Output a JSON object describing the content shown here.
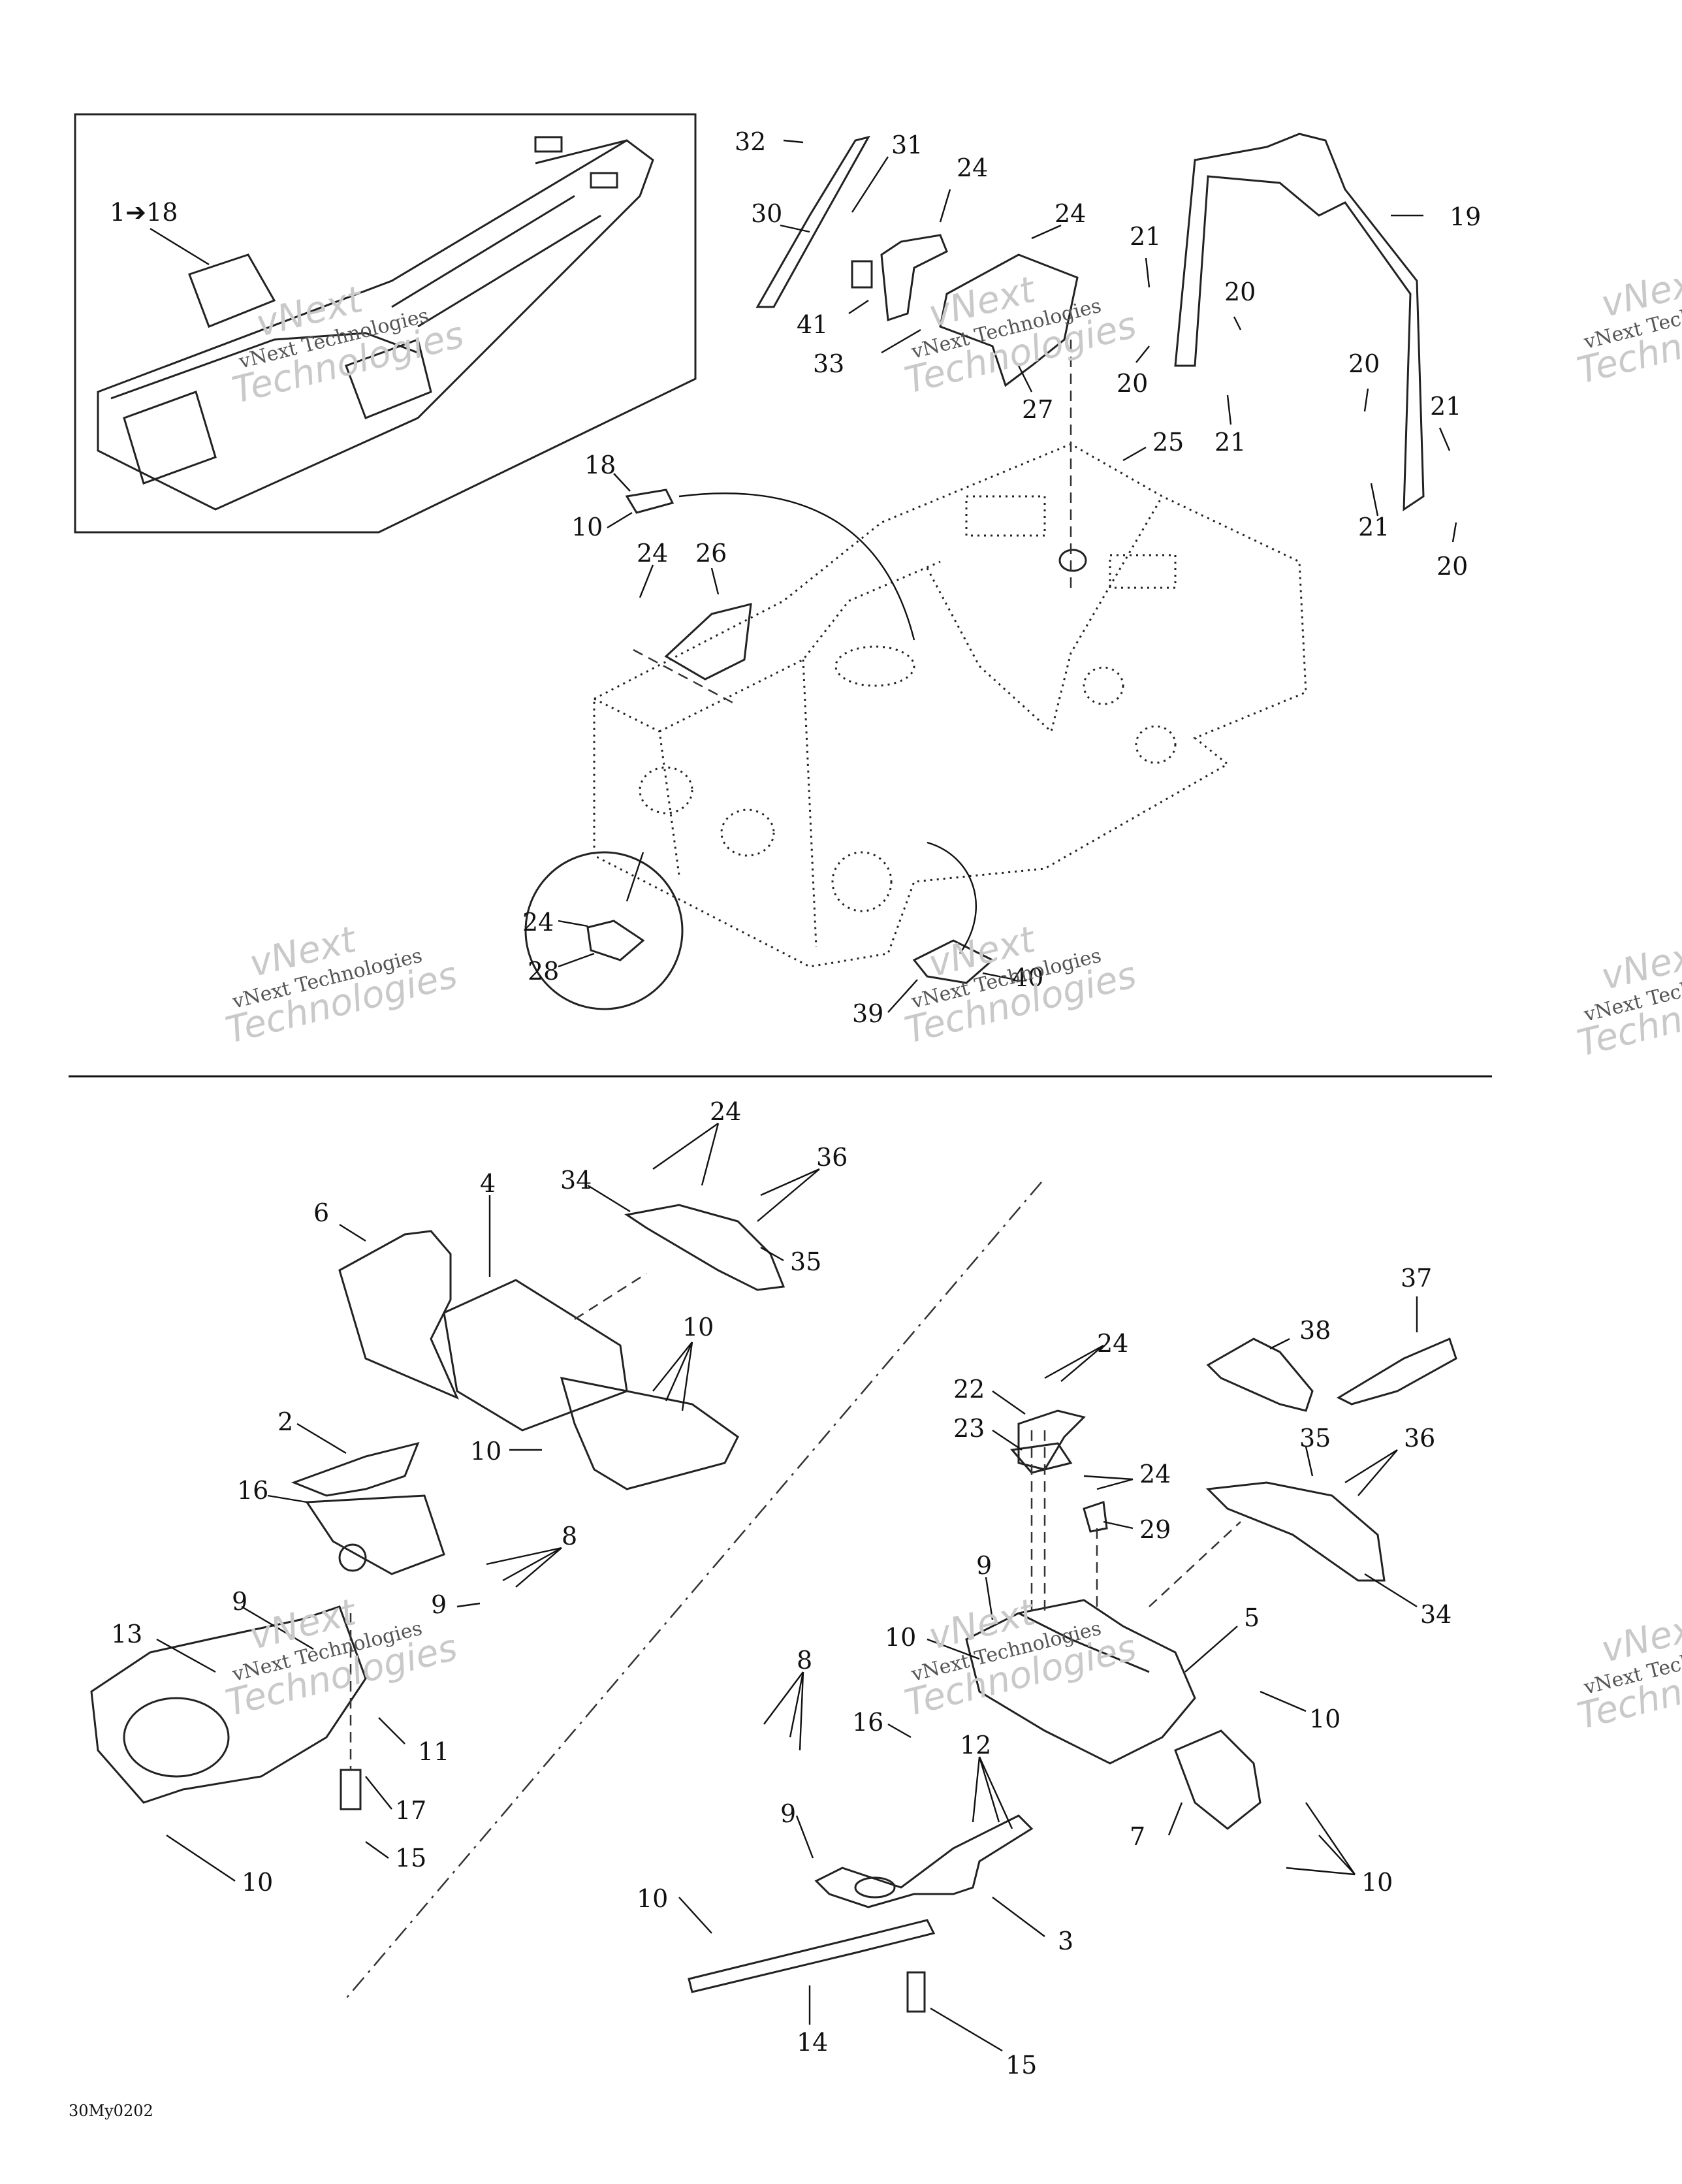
{
  "figure_ref": "30My0202",
  "watermark": {
    "line1": "vNext",
    "line2": "vNext Technologies",
    "line3": "Technologies"
  },
  "inset": {
    "range_label": "1➔18"
  },
  "callouts": {
    "top": [
      "32",
      "31",
      "30",
      "24",
      "24",
      "41",
      "33",
      "27",
      "19",
      "21",
      "20",
      "20",
      "21",
      "20",
      "21",
      "21",
      "20",
      "25",
      "18",
      "10",
      "24",
      "26",
      "24",
      "28",
      "39",
      "40"
    ],
    "bottom_left": [
      "24",
      "36",
      "34",
      "4",
      "35",
      "6",
      "10",
      "2",
      "10",
      "16",
      "8",
      "9",
      "9",
      "13",
      "11",
      "17",
      "15",
      "10"
    ],
    "bottom_right": [
      "37",
      "38",
      "24",
      "22",
      "23",
      "35",
      "36",
      "24",
      "29",
      "34",
      "9",
      "10",
      "5",
      "10",
      "8",
      "16",
      "12",
      "7",
      "10",
      "9",
      "10",
      "3",
      "14",
      "15"
    ]
  }
}
